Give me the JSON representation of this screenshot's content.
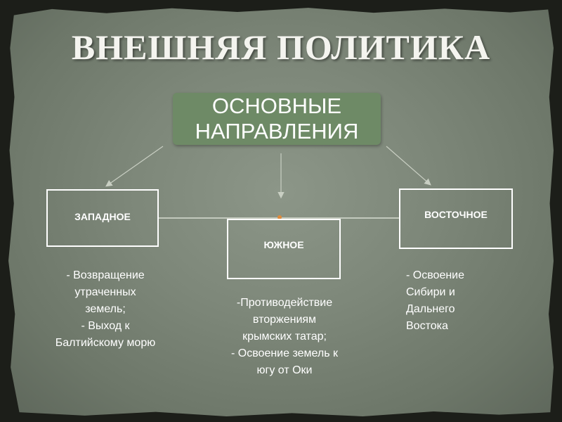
{
  "title": "ВНЕШНЯЯ ПОЛИТИКА",
  "main": {
    "label": "ОСНОВНЫЕ\nНАПРАВЛЕНИЯ"
  },
  "directions": {
    "west": {
      "label": "ЗАПАДНОЕ",
      "description": "- Возвращение\nутраченных\nземель;\n- Выход к\nБалтийскому морю"
    },
    "south": {
      "label": "ЮЖНОЕ",
      "description": "-Противодействие\nвторжениям\nкрымских татар;\n- Освоение земель к\nюгу от Оки"
    },
    "east": {
      "label": "ВОСТОЧНОЕ",
      "description": "- Освоение\nСибири и\nДальнего\nВостока"
    }
  },
  "colors": {
    "main_box": "#6e8a66",
    "background": "#7d8779",
    "arrow": "#c9cfc3",
    "accent_dot": "#e08a3a"
  }
}
